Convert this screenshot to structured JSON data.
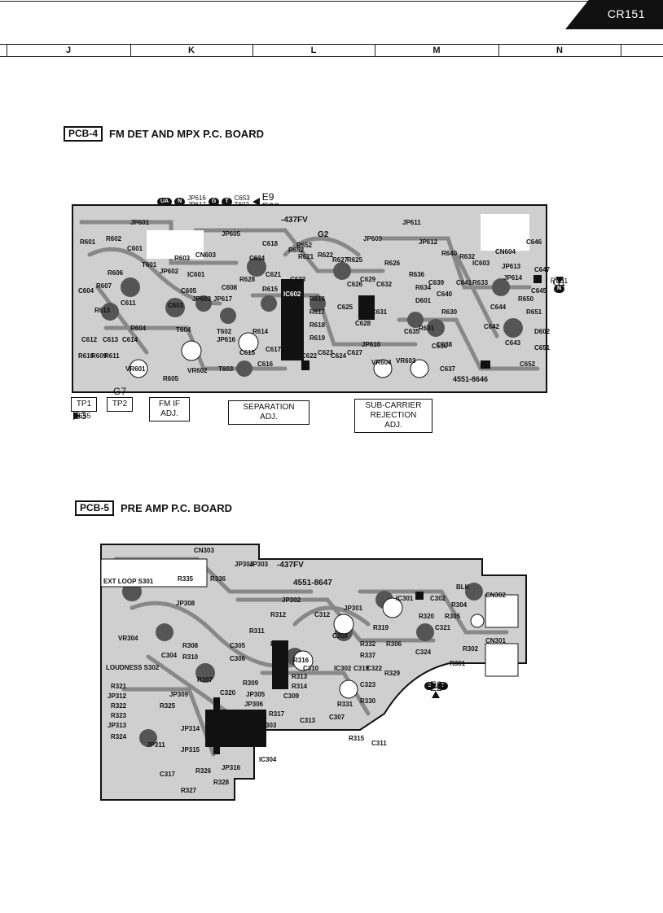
{
  "header": {
    "model": "CR151",
    "grid_columns": [
      "J",
      "K",
      "L",
      "M",
      "N"
    ]
  },
  "pcb4": {
    "tag": "PCB-4",
    "title": "FM DET AND MPX P.C. BOARD",
    "board_code_a": "4551-8646",
    "ul_mark": "-437FV",
    "top_callout": {
      "pills": [
        "UA",
        "N",
        "G",
        "T"
      ],
      "jp_a": "JP616",
      "jp_b": "JP617",
      "c_label": "C653",
      "t_label": "T602",
      "e_a": "E9",
      "e_b": "E38"
    },
    "g2": "G2",
    "g1": "G1",
    "g1_pill": "N",
    "g1_ref": "R651",
    "g3": "G3",
    "g3_ref": "R655",
    "g7": "G7",
    "tp1": "TP1",
    "tp2": "TP2",
    "fm_if": [
      "FM IF",
      "ADJ."
    ],
    "separation": [
      "SEPARATION",
      "ADJ."
    ],
    "subcarrier": [
      "SUB-CARRIER",
      "REJECTION",
      "ADJ."
    ],
    "component_labels": [
      "R601",
      "R602",
      "JP601",
      "C601",
      "T601",
      "R606",
      "R607",
      "C604",
      "R603",
      "CN603",
      "JP605",
      "JP602",
      "C605",
      "C603",
      "IC601",
      "JP603",
      "C608",
      "R613",
      "C611",
      "C612",
      "C613",
      "C614",
      "R604",
      "R610",
      "R609",
      "R611",
      "VR601",
      "R605",
      "T604",
      "VR602",
      "T603",
      "T602",
      "JP617",
      "JP616",
      "R614",
      "C615",
      "C616",
      "C617",
      "R628",
      "C618",
      "C634",
      "C621",
      "R621",
      "R622",
      "R652",
      "C633",
      "IC602",
      "R615",
      "R616",
      "R617",
      "R618",
      "R619",
      "C622",
      "C623",
      "C624",
      "C625",
      "C626",
      "C627",
      "C628",
      "C629",
      "C631",
      "C632",
      "R626",
      "R627",
      "R625",
      "JP609",
      "JP610",
      "JP611",
      "JP612",
      "R636",
      "R634",
      "R640",
      "R632",
      "C639",
      "C640",
      "C641",
      "D601",
      "R630",
      "R631",
      "C635",
      "C636",
      "C637",
      "C638",
      "VR603",
      "VR604",
      "IC603",
      "R633",
      "JP613",
      "JP614",
      "C642",
      "C643",
      "C644",
      "C645",
      "C646",
      "C647",
      "R650",
      "R651",
      "D602",
      "C651",
      "R652",
      "CN604",
      "C652"
    ]
  },
  "pcb5": {
    "tag": "PCB-5",
    "title": "PRE AMP P.C. BOARD",
    "board_code": "4551-8647",
    "ul_mark": "-437FV",
    "cn303": "CN303",
    "ext_loop": "EXT LOOP S301",
    "vr304": "VR304",
    "loudness": "LOUDNESS S302",
    "cn302": "CN302",
    "cn301": "CN301",
    "blk": "BLK",
    "c_labels": [
      "C323",
      "C324"
    ],
    "pills": [
      "G",
      "T"
    ],
    "e_a": "E2",
    "e_b": "E3",
    "component_labels": [
      "R335",
      "R336",
      "JP304",
      "JP303",
      "JP308",
      "R311",
      "R312",
      "JP302",
      "C312",
      "JP301",
      "IC301",
      "C302",
      "R320",
      "R304",
      "R305",
      "C321",
      "R319",
      "R306",
      "C324",
      "R302",
      "R301",
      "R308",
      "R310",
      "C304",
      "C305",
      "C306",
      "R318",
      "R316",
      "R313",
      "R314",
      "C310",
      "IC302",
      "C308",
      "R332",
      "R337",
      "C319",
      "C322",
      "R329",
      "C309",
      "R317",
      "C313",
      "R331",
      "R330",
      "R309",
      "JP305",
      "JP306",
      "IC303",
      "IC304",
      "R307",
      "C320",
      "JP309",
      "R325",
      "R321",
      "JP312",
      "R322",
      "R323",
      "JP313",
      "R324",
      "JP311",
      "JP314",
      "JP315",
      "C317",
      "R327",
      "R326",
      "JP316",
      "R328",
      "R315",
      "C311",
      "C307",
      "C323"
    ]
  }
}
